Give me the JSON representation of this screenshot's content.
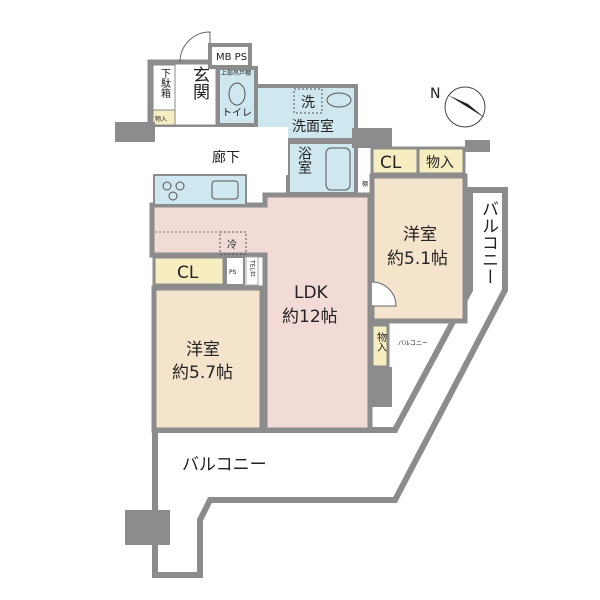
{
  "colors": {
    "wall": "#8c8c8c",
    "ldk": "#f2dad6",
    "bedroom": "#f4e4cc",
    "wet_area": "#cfe7ee",
    "storage": "#f6edc0"
  },
  "rooms": {
    "entrance": "玄関",
    "shoe_box": "下駄箱",
    "entrance_storage": "物入",
    "mb_ps": "MB PS",
    "toilet": "トイレ",
    "toilet_cabinet": "上部吊戸棚",
    "washroom": "洗面室",
    "washer": "洗",
    "bath": "浴室",
    "hallway": "廊下",
    "fridge": "冷",
    "ldk": "LDK",
    "ldk_size": "約12帖",
    "closet_left": "CL",
    "ps": "PS",
    "tel": "TEL台",
    "bedroom_left": "洋室",
    "bedroom_left_size": "約5.7帖",
    "closet_right": "CL",
    "storage_right": "物入",
    "shelf": "棚",
    "bedroom_right": "洋室",
    "bedroom_right_size": "約5.1帖",
    "storage_small": "物入",
    "balcony_small": "バルコニー",
    "balcony_right": "バルコニー",
    "balcony_bottom": "バルコニー"
  },
  "compass": {
    "north_label": "N"
  }
}
